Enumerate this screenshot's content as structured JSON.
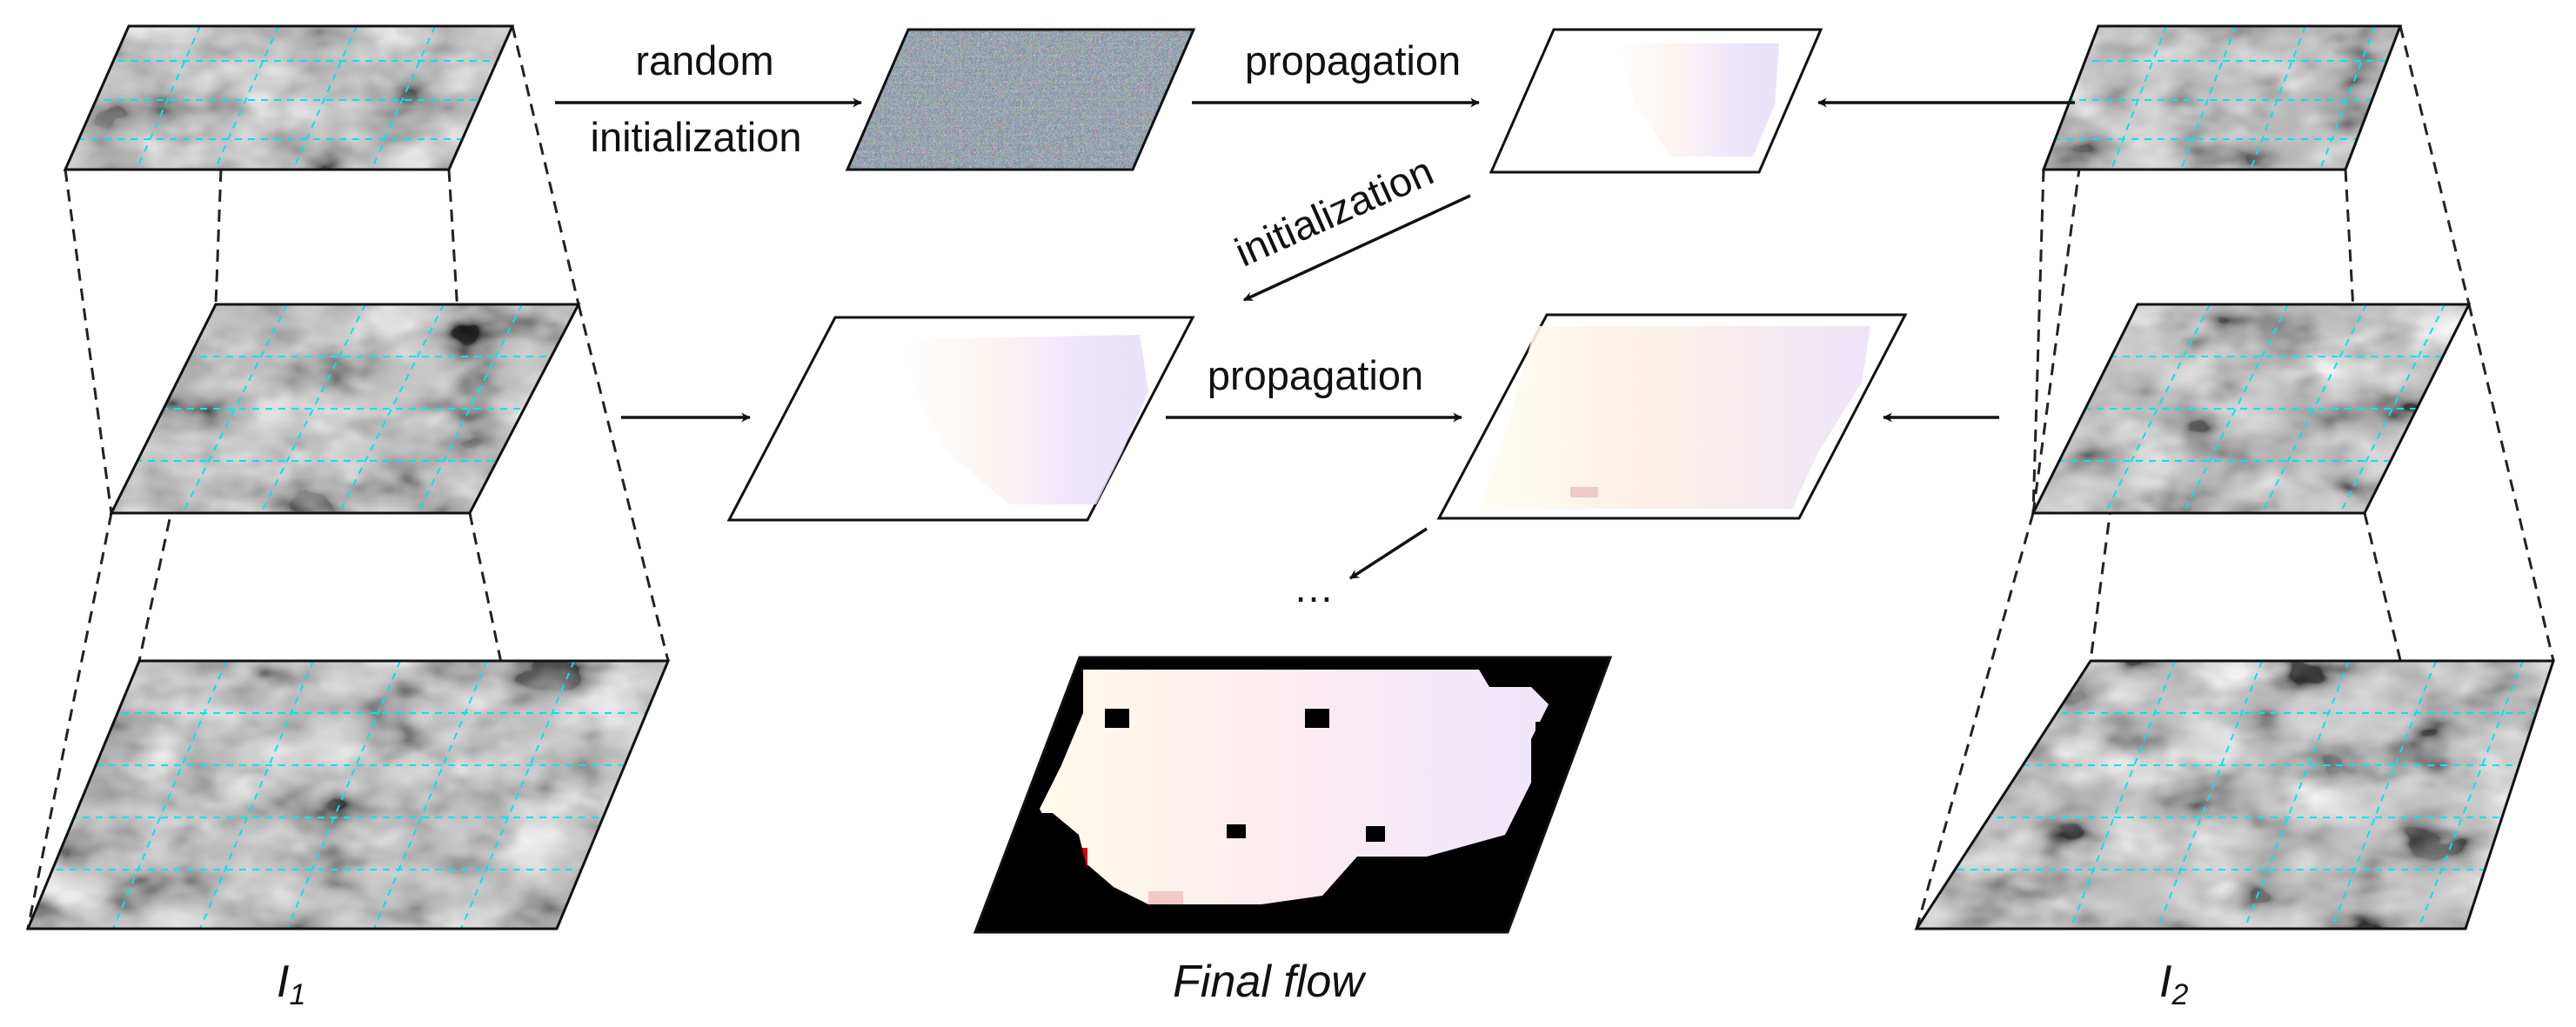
{
  "labels": {
    "random": "random",
    "initialization_top": "initialization",
    "propagation_top": "propagation",
    "initialization_diag": "initialization",
    "propagation_mid": "propagation",
    "ellipsis": "…"
  },
  "captions": {
    "i1_letter": "I",
    "i1_sub": "1",
    "i2_letter": "I",
    "i2_sub": "2",
    "final_flow": "Final flow"
  },
  "colors": {
    "outline": "#111111",
    "grid": "#00e5ee",
    "flow_red": "#e00000",
    "flow_pink": "#f4c7c9"
  }
}
